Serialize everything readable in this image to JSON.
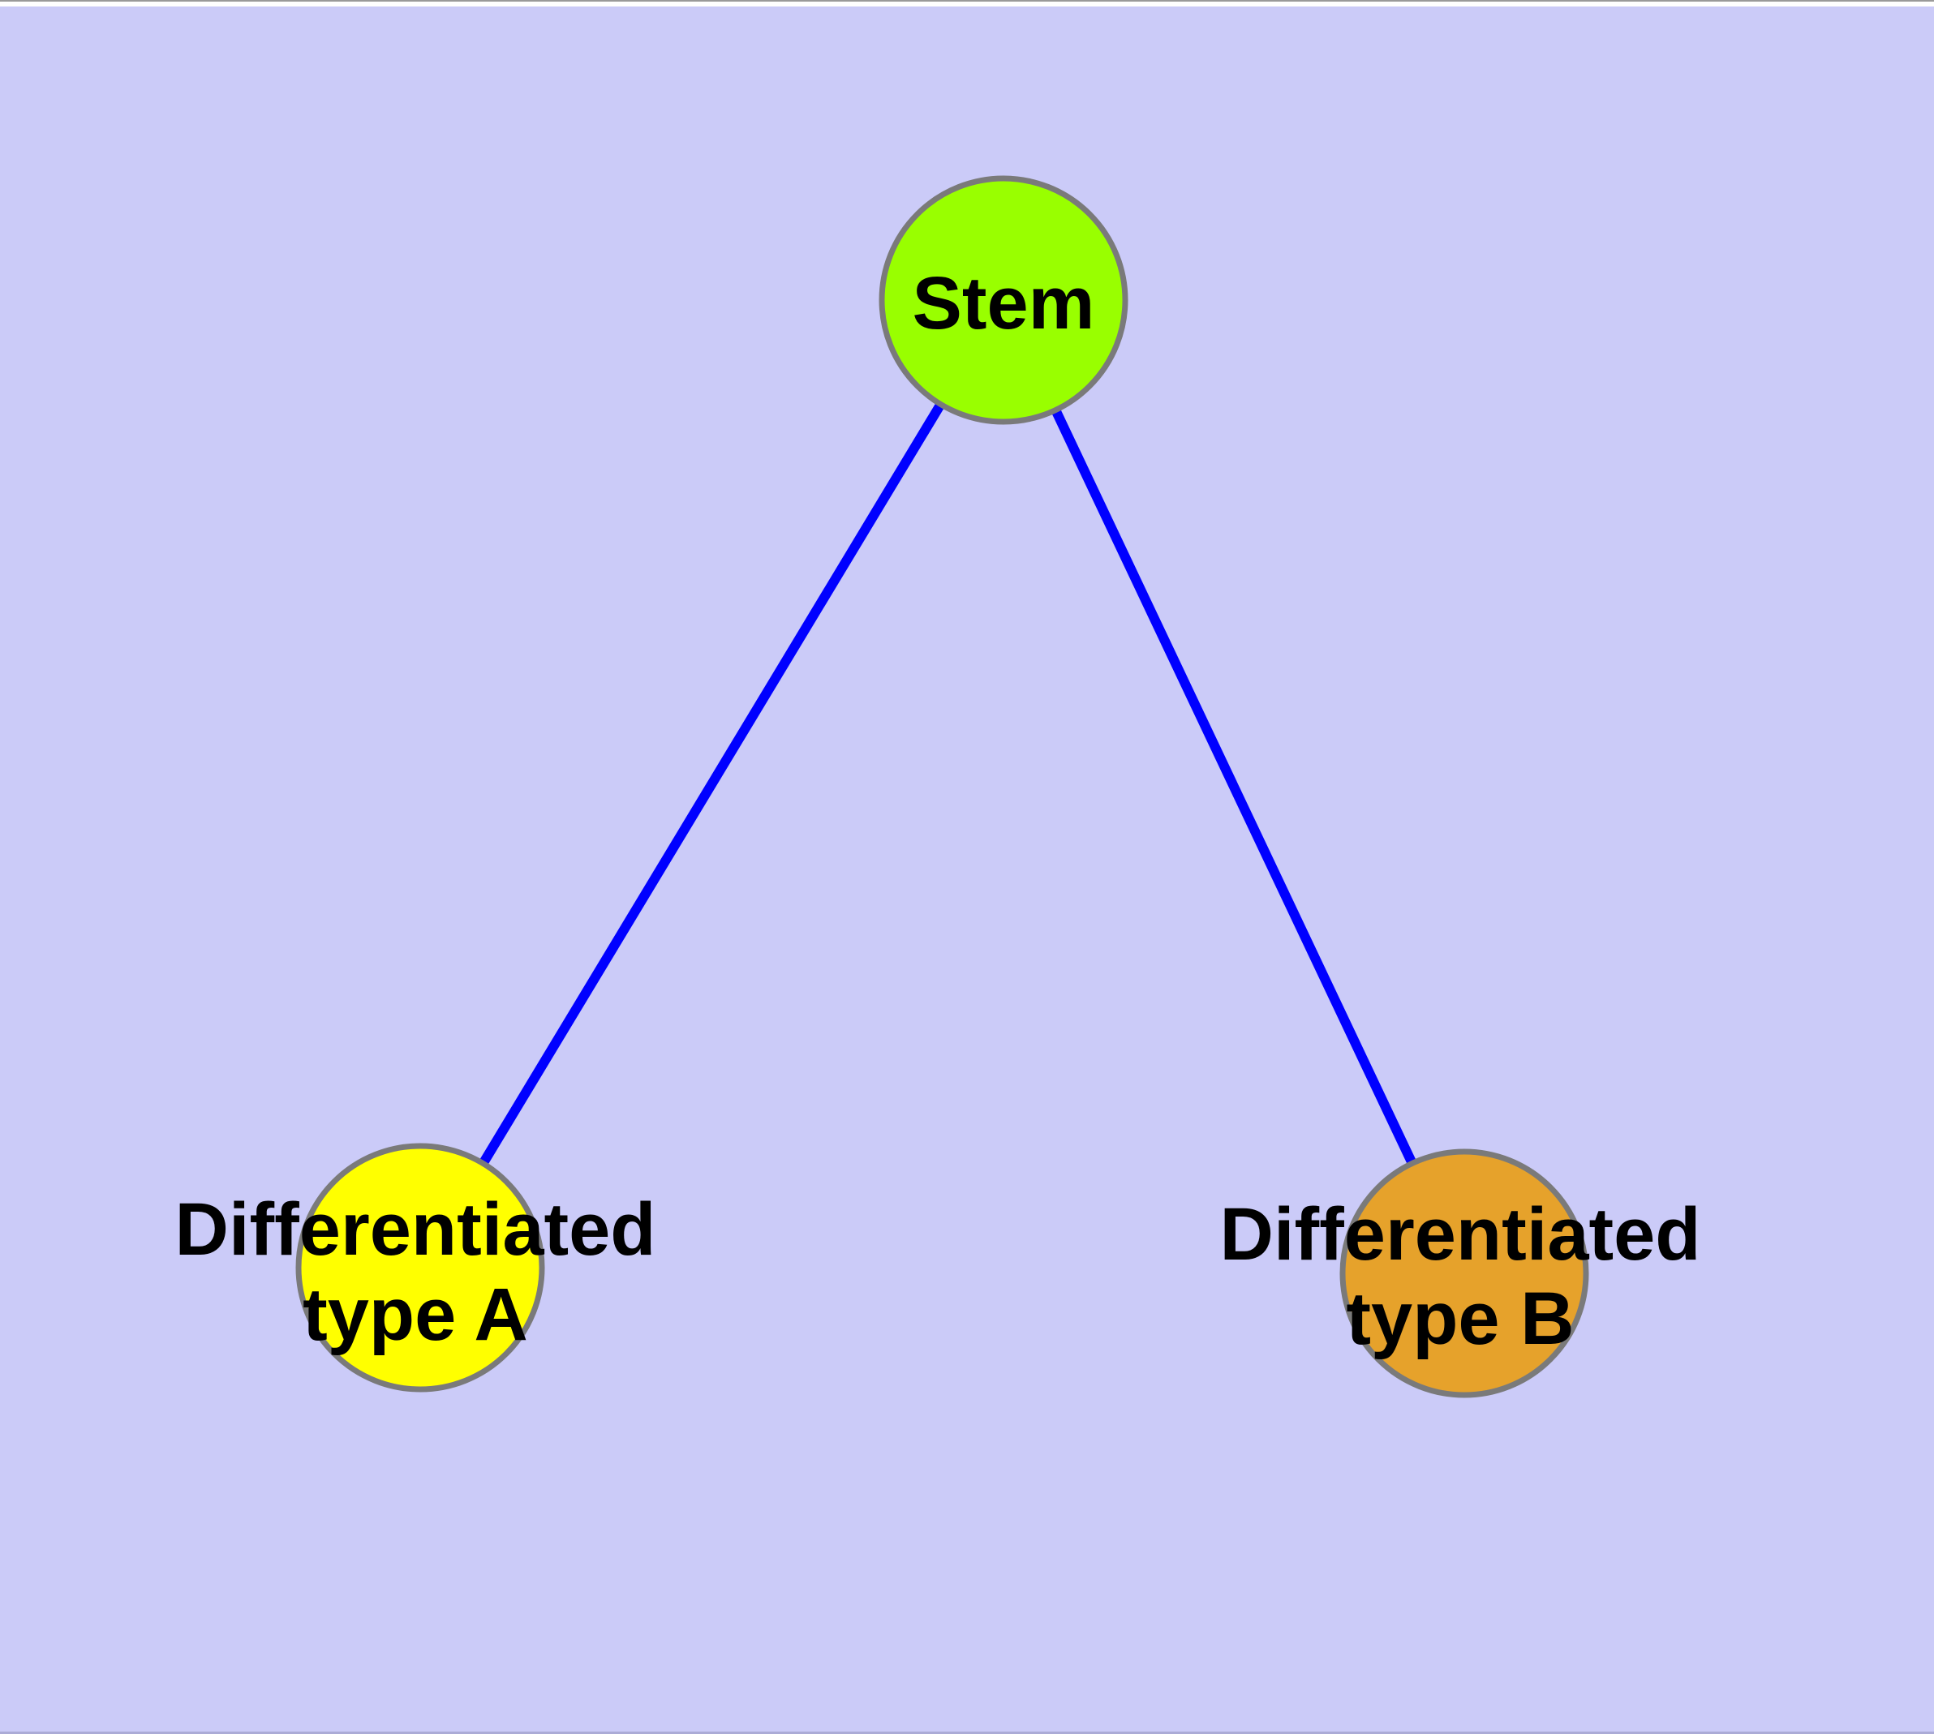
{
  "diagram": {
    "type": "graph",
    "background_color": "#CBCBF8",
    "page_margin_color": "#FFFFFF",
    "edge_color": "#0000FF",
    "node_border_color": "#7A7A7A",
    "label_color": "#000000",
    "nodes": [
      {
        "id": "stem",
        "label": "Stem",
        "fill": "#99FF00"
      },
      {
        "id": "differentiated-type-a",
        "label_line1": "Differentiated",
        "label_line2": "type A",
        "fill": "#FFFF00"
      },
      {
        "id": "differentiated-type-b",
        "label_line1": "Differentiated",
        "label_line2": "type B",
        "fill": "#E6A22B"
      }
    ],
    "edges": [
      {
        "from": "Stem",
        "to": "Differentiated type A"
      },
      {
        "from": "Stem",
        "to": "Differentiated type B"
      }
    ]
  }
}
